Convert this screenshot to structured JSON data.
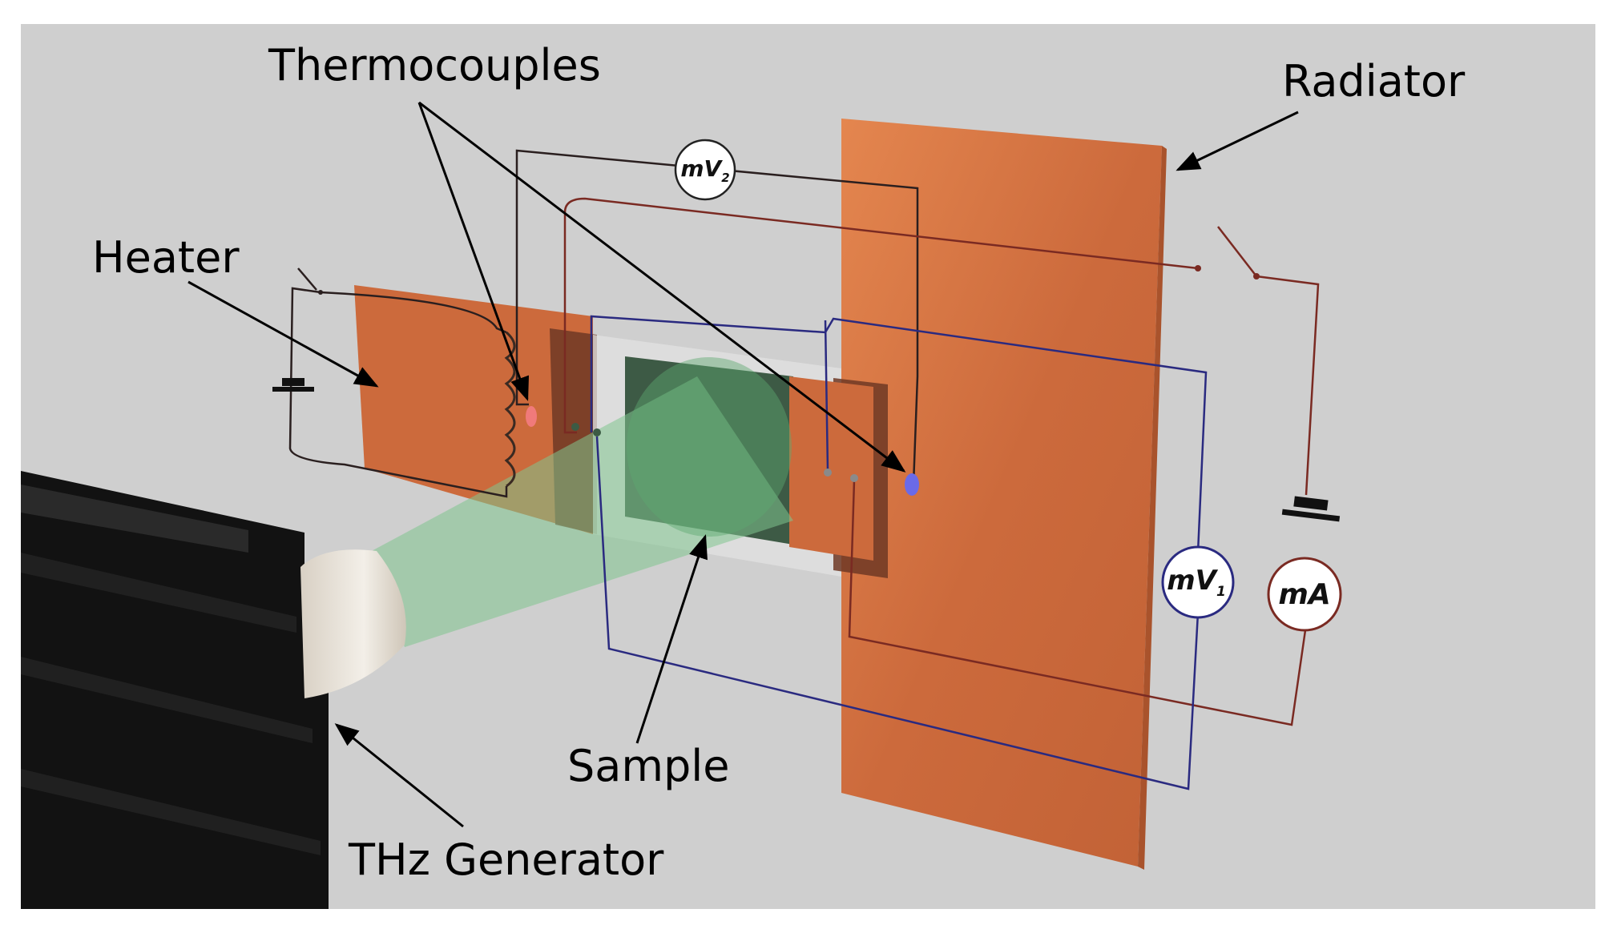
{
  "labels": {
    "thermocouples": "Thermocouples",
    "radiator": "Radiator",
    "heater": "Heater",
    "sample": "Sample",
    "thz_generator": "THz Generator"
  },
  "meters": {
    "mv2": {
      "main": "mV",
      "sub": "2"
    },
    "mv1": {
      "main": "mV",
      "sub": "1"
    },
    "ma": {
      "main": "mA"
    }
  },
  "colors": {
    "background": "#cfcfcf",
    "copper": "#cc6a3c",
    "wire_dark_red": "#7a2a22",
    "wire_blue": "#2a2a80",
    "wire_black": "#2a1f1f",
    "beam_green": "#7fc48e",
    "sample_dark": "#3d5a45",
    "generator_black": "#121212",
    "thermocouple_red": "#f07a7a",
    "thermocouple_blue": "#6a6ae8"
  }
}
